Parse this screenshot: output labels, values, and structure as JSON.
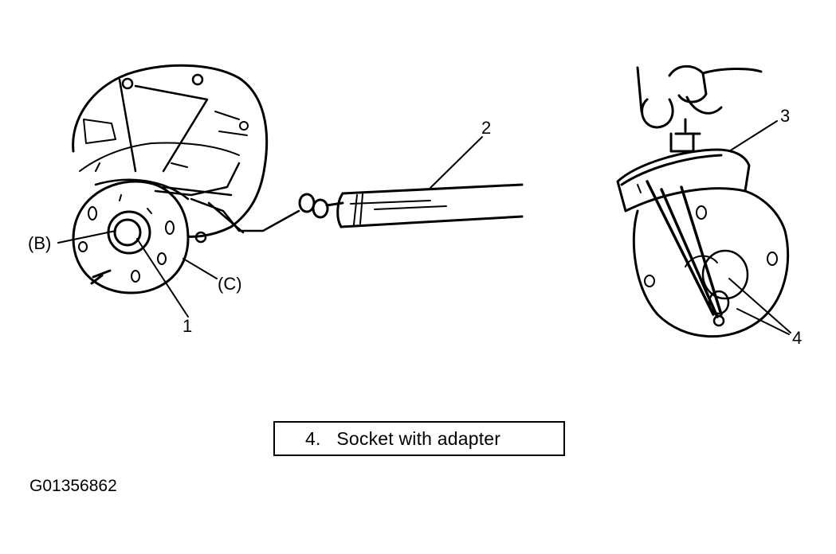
{
  "callouts": {
    "b": "(B)",
    "c": "(C)",
    "one": "1",
    "two": "2",
    "three": "3",
    "four": "4"
  },
  "legend": {
    "item": "4.   Socket with adapter"
  },
  "figure_id": "G01356862"
}
